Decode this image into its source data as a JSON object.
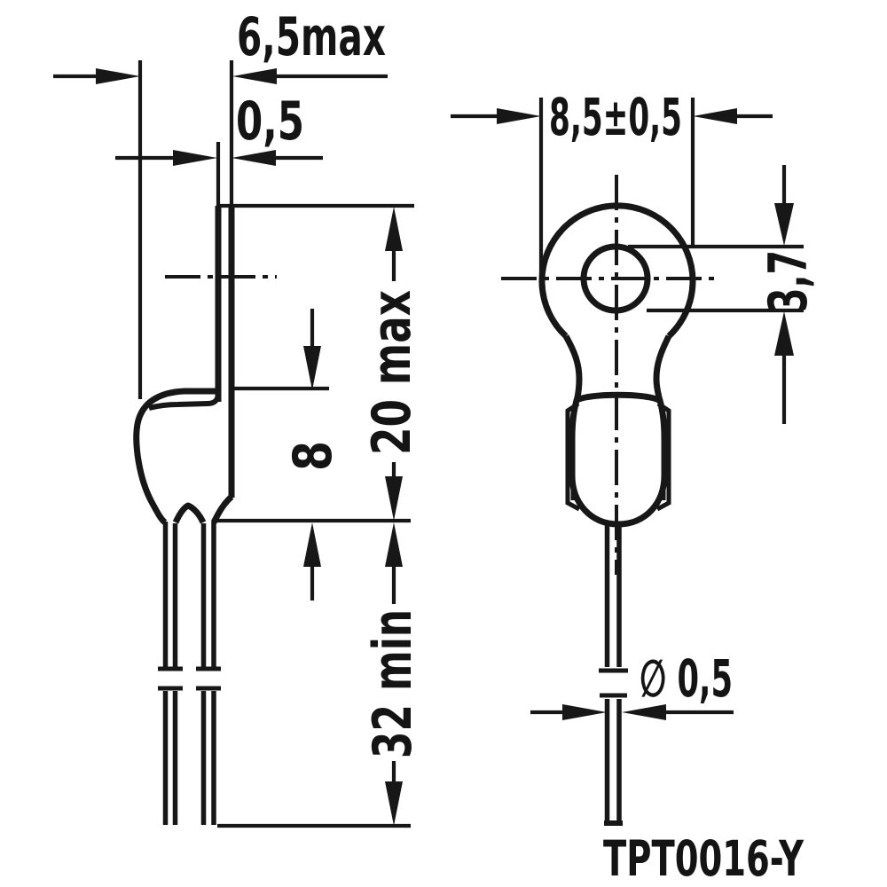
{
  "colors": {
    "ink": "#171717",
    "paper": "#ffffff"
  },
  "part_code": "TPT0016-Y",
  "side_view": {
    "depth_max": "6,5max",
    "tab_thickness": "0,5",
    "overall_height_max": "20 max",
    "body_height": "8",
    "lead_length_min": "32 min"
  },
  "front_view": {
    "head_width_tol": "8,5±0,5",
    "hole_diameter": "3,7",
    "lead_diameter": "∅ 0,5"
  }
}
